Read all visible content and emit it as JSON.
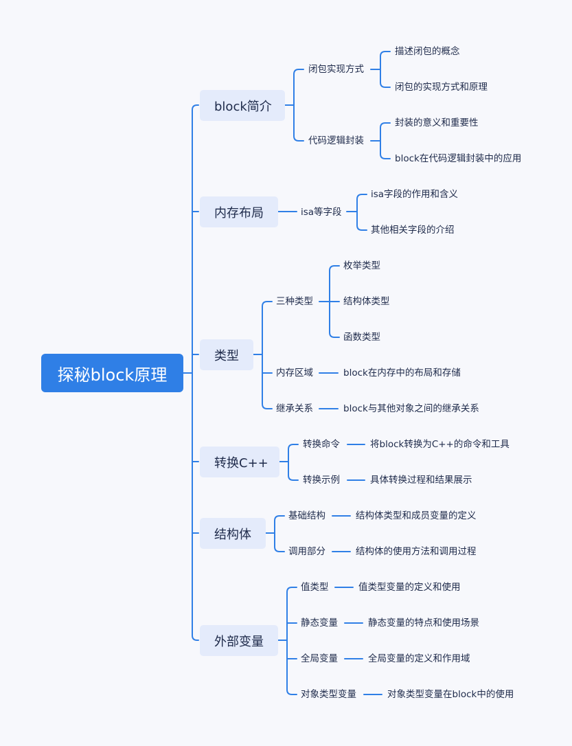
{
  "root": "探秘block原理",
  "branches": [
    {
      "label": "block简介",
      "children": [
        {
          "label": "闭包实现方式",
          "children": [
            "描述闭包的概念",
            "闭包的实现方式和原理"
          ]
        },
        {
          "label": "代码逻辑封装",
          "children": [
            "封装的意义和重要性",
            "block在代码逻辑封装中的应用"
          ]
        }
      ]
    },
    {
      "label": "内存布局",
      "children": [
        {
          "label": "isa等字段",
          "children": [
            "isa字段的作用和含义",
            "其他相关字段的介绍"
          ]
        }
      ]
    },
    {
      "label": "类型",
      "children": [
        {
          "label": "三种类型",
          "children": [
            "枚举类型",
            "结构体类型",
            "函数类型"
          ]
        },
        {
          "label": "内存区域",
          "children": [
            "block在内存中的布局和存储"
          ]
        },
        {
          "label": "继承关系",
          "children": [
            "block与其他对象之间的继承关系"
          ]
        }
      ]
    },
    {
      "label": "转换C++",
      "children": [
        {
          "label": "转换命令",
          "children": [
            "将block转换为C++的命令和工具"
          ]
        },
        {
          "label": "转换示例",
          "children": [
            "具体转换过程和结果展示"
          ]
        }
      ]
    },
    {
      "label": "结构体",
      "children": [
        {
          "label": "基础结构",
          "children": [
            "结构体类型和成员变量的定义"
          ]
        },
        {
          "label": "调用部分",
          "children": [
            "结构体的使用方法和调用过程"
          ]
        }
      ]
    },
    {
      "label": "外部变量",
      "children": [
        {
          "label": "值类型",
          "children": [
            "值类型变量的定义和使用"
          ]
        },
        {
          "label": "静态变量",
          "children": [
            "静态变量的特点和使用场景"
          ]
        },
        {
          "label": "全局变量",
          "children": [
            "全局变量的定义和作用域"
          ]
        },
        {
          "label": "对象类型变量",
          "children": [
            "对象类型变量在block中的使用"
          ]
        }
      ]
    }
  ],
  "colors": {
    "line": "#2f7fe6",
    "root_bg": "#2f7fe6",
    "branch_bg": "#e4ebfb",
    "text": "#1e2a4a",
    "background": "#f7f8fc"
  }
}
